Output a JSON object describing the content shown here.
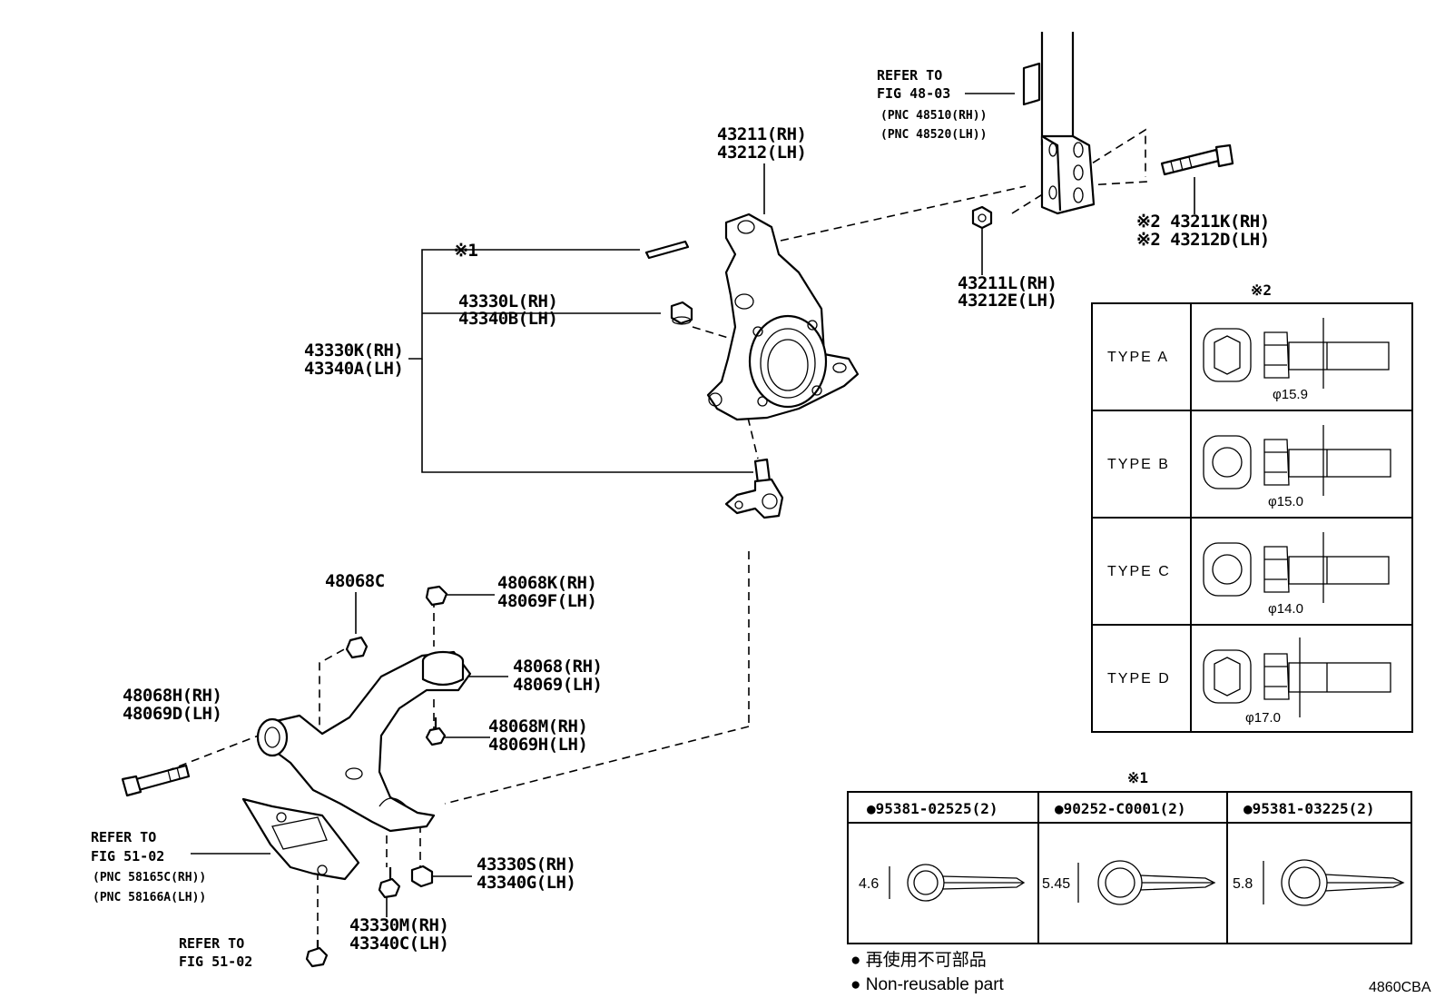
{
  "parts": {
    "knuckle": [
      "43211(RH)",
      "43212(LH)"
    ],
    "cotter_note": "※1",
    "nut_knuckle": [
      "43330L(RH)",
      "43340B(LH)"
    ],
    "ball_joint": [
      "43330K(RH)",
      "43340A(LH)"
    ],
    "strut_ref": [
      "REFER TO",
      "FIG 48-03",
      "(PNC 48510(RH))",
      "(PNC 48520(LH))"
    ],
    "strut_bolt": [
      "※2 43211K(RH)",
      "※2 43212D(LH)"
    ],
    "strut_nut": [
      "43211L(RH)",
      "43212E(LH)"
    ],
    "bushing_c": "48068C",
    "arm_bolt_top": [
      "48068K(RH)",
      "48069F(LH)"
    ],
    "lower_arm": [
      "48068(RH)",
      "48069(LH)"
    ],
    "arm_front_bolt": [
      "48068H(RH)",
      "48069D(LH)"
    ],
    "arm_bolt_mid": [
      "48068M(RH)",
      "48069H(LH)"
    ],
    "shield_ref": [
      "REFER TO",
      "FIG 51-02",
      "(PNC 58165C(RH))",
      "(PNC 58166A(LH))"
    ],
    "nut_lower": [
      "43330S(RH)",
      "43340G(LH)"
    ],
    "bolt_lower": [
      "43330M(RH)",
      "43340C(LH)"
    ],
    "bolt_ref": [
      "REFER TO",
      "FIG 51-02"
    ]
  },
  "type_table": {
    "title": "※2",
    "rows": [
      {
        "label": "TYPE  A",
        "dim": "φ15.9"
      },
      {
        "label": "TYPE  B",
        "dim": "φ15.0"
      },
      {
        "label": "TYPE  C",
        "dim": "φ14.0"
      },
      {
        "label": "TYPE  D",
        "dim": "φ17.0"
      }
    ]
  },
  "pin_table": {
    "title": "※1",
    "cols": [
      {
        "header": "●95381-02525(2)",
        "dim": "4.6"
      },
      {
        "header": "●90252-C0001(2)",
        "dim": "5.45"
      },
      {
        "header": "●95381-03225(2)",
        "dim": "5.8"
      }
    ]
  },
  "legend": {
    "jp": "● 再使用不可部品",
    "en": "● Non-reusable part"
  },
  "figure_code": "4860CBA"
}
